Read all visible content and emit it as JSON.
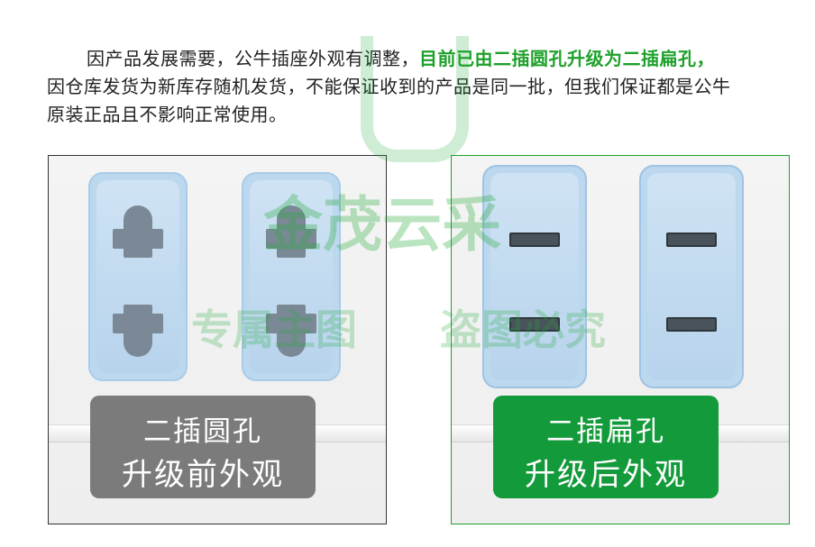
{
  "notice": {
    "line1_plain": "因产品发展需要，公牛插座外观有调整，",
    "line1_highlight": "目前已由二插圆孔升级为二插扁孔，",
    "line2": "因仓库发货为新库存随机发货，不能保证收到的产品是同一批，但我们保证都是公牛",
    "line3": "原装正品且不影响正常使用。"
  },
  "colors": {
    "highlight": "#1ea12b",
    "before_caption_bg": "#7b7b7b",
    "after_caption_bg": "#139a3a",
    "socket_blue": "#bcd8ef"
  },
  "before_panel": {
    "caption_line1": "二插圆孔",
    "caption_line2": "升级前外观"
  },
  "after_panel": {
    "caption_line1": "二插扁孔",
    "caption_line2": "升级后外观"
  },
  "watermark": {
    "brand": "金茂云采",
    "left_text": "专属主图",
    "right_text": "盗图必究"
  }
}
